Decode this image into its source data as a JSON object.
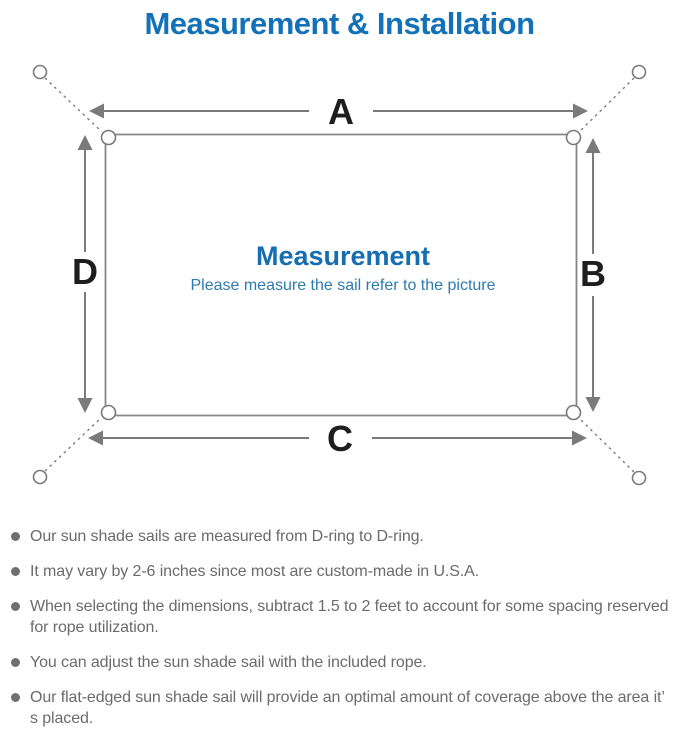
{
  "page": {
    "title": "Measurement & Installation"
  },
  "diagram": {
    "side_labels": {
      "top": "A",
      "right": "B",
      "bottom": "C",
      "left": "D"
    },
    "center_title": "Measurement",
    "center_subtitle": "Please measure the sail refer to the picture"
  },
  "notes": {
    "items": [
      "Our sun shade sails are measured from D-ring to D-ring.",
      "It may vary by 2-6 inches since most are custom-made in U.S.A.",
      "When selecting the dimensions, subtract 1.5 to 2 feet to account for some spacing reserved for rope utilization.",
      "You can adjust the sun shade sail with the included rope.",
      "Our flat-edged sun shade sail will provide an optimal amount of coverage above the area it’ s placed."
    ]
  },
  "colors": {
    "title_blue": "#1371b8",
    "center_title_blue": "#156db2",
    "center_subtitle_blue": "#2e7bad",
    "diagram_line_gray": "#7a7a7a",
    "dimension_label_black": "#1e1e1e",
    "note_text_gray": "#6b6b6b"
  }
}
